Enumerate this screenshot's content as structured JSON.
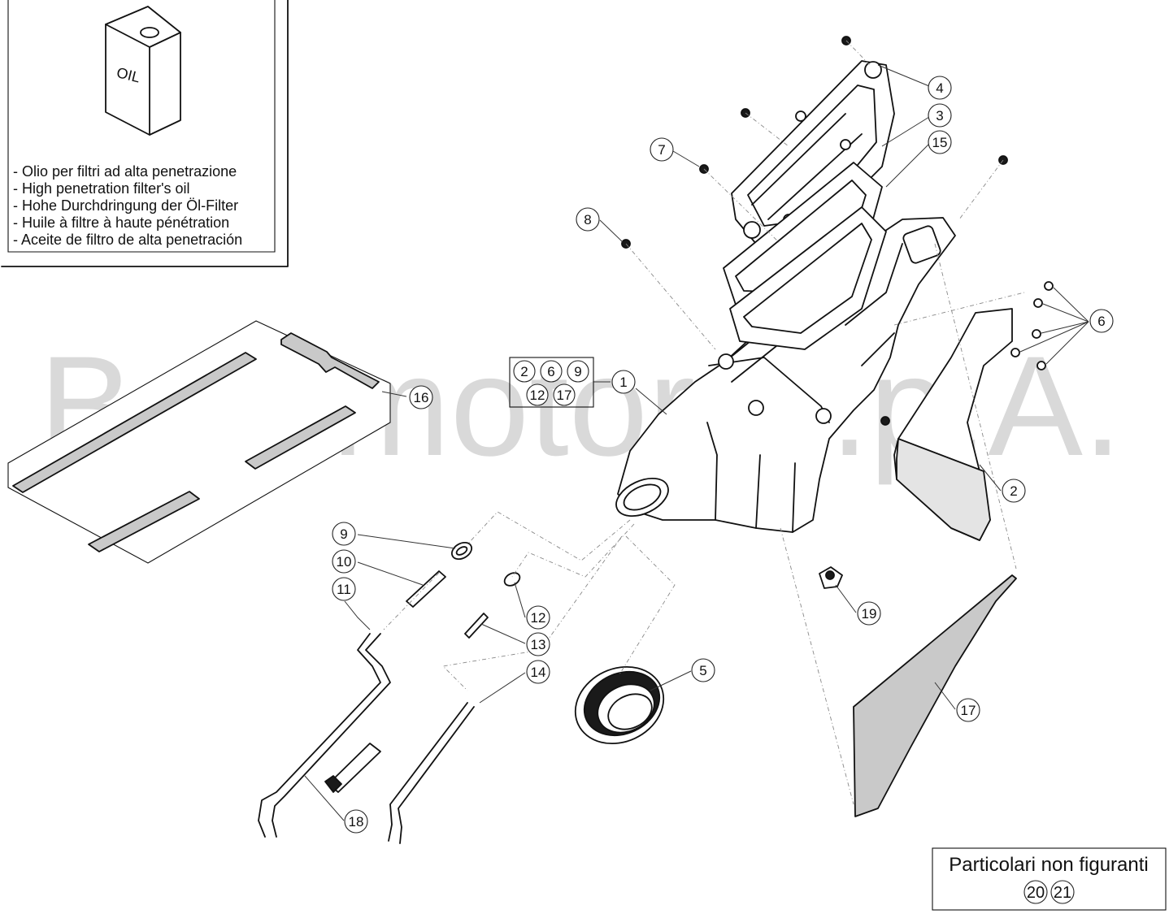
{
  "watermark": "Betamotor S.p.A.",
  "oil_box": {
    "can_label": "OIL",
    "lines": [
      "- Olio per filtri ad alta penetrazione",
      "- High penetration filter's oil",
      "- Hohe Durchdringung der Öl-Filter",
      "- Huile à filtre à haute pénétration",
      "- Aceite de filtro de alta penetración"
    ]
  },
  "group_box": {
    "numbers": [
      "2",
      "6",
      "9",
      "12",
      "17"
    ]
  },
  "callouts": [
    "1",
    "2",
    "3",
    "4",
    "5",
    "6",
    "7",
    "8",
    "9",
    "10",
    "11",
    "12",
    "13",
    "14",
    "15",
    "16",
    "17",
    "18",
    "19"
  ],
  "not_shown": {
    "title": "Particolari non figuranti",
    "numbers": [
      "20",
      "21"
    ]
  }
}
